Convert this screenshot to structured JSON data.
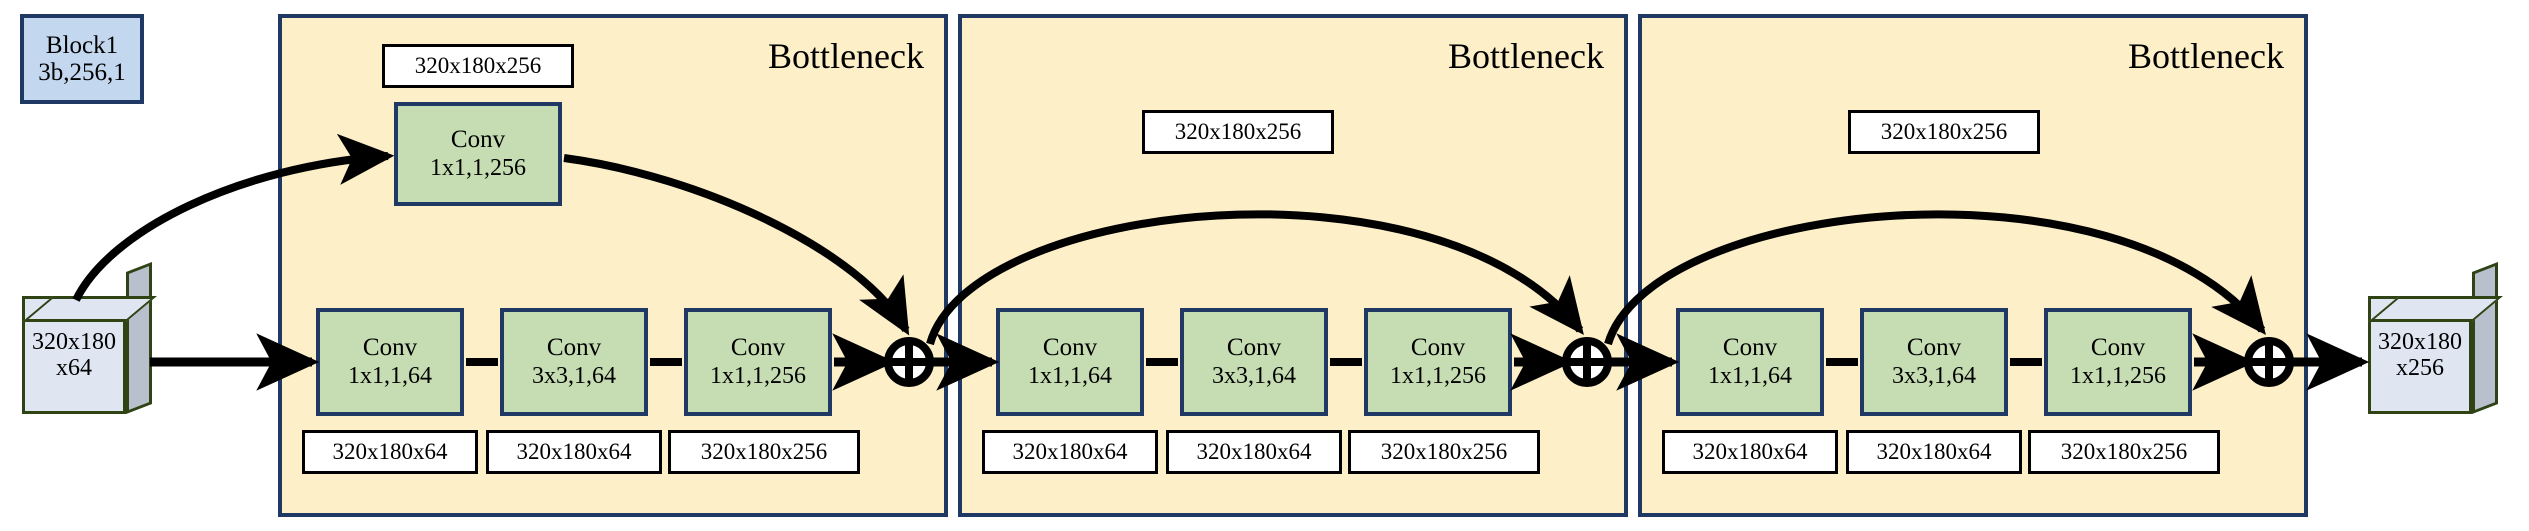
{
  "diagram": {
    "block_badge": {
      "line1": "Block1",
      "line2": "3b,256,1"
    },
    "input_cube": {
      "line1": "320x180",
      "line2": "x64"
    },
    "output_cube": {
      "line1": "320x180",
      "line2": "x256"
    },
    "panel_title": "Bottleneck",
    "plus_symbol": "+",
    "colors": {
      "panel_fill": "#fdf0c9",
      "panel_border": "#1f3864",
      "conv_fill": "#c6dcb2",
      "conv_border": "#1f3864",
      "badge_fill": "#c3d7ef",
      "badge_border": "#1f3864",
      "cube_face": "#dfe6f2",
      "cube_side": "#b8c0ce",
      "cube_border": "#2f4314",
      "tag_fill": "#ffffff",
      "tag_border": "#000000",
      "wire": "#000000"
    },
    "bottlenecks": [
      {
        "title": "Bottleneck",
        "shortcut": {
          "conv": {
            "line1": "Conv",
            "line2": "1x1,1,256"
          },
          "tag": "320x180x256"
        },
        "main_path": [
          {
            "conv": {
              "line1": "Conv",
              "line2": "1x1,1,64"
            },
            "tag": "320x180x64"
          },
          {
            "conv": {
              "line1": "Conv",
              "line2": "3x3,1,64"
            },
            "tag": "320x180x64"
          },
          {
            "conv": {
              "line1": "Conv",
              "line2": "1x1,1,256"
            },
            "tag": "320x180x256"
          }
        ]
      },
      {
        "title": "Bottleneck",
        "shortcut": {
          "conv": null,
          "tag": "320x180x256"
        },
        "main_path": [
          {
            "conv": {
              "line1": "Conv",
              "line2": "1x1,1,64"
            },
            "tag": "320x180x64"
          },
          {
            "conv": {
              "line1": "Conv",
              "line2": "3x3,1,64"
            },
            "tag": "320x180x64"
          },
          {
            "conv": {
              "line1": "Conv",
              "line2": "1x1,1,256"
            },
            "tag": "320x180x256"
          }
        ]
      },
      {
        "title": "Bottleneck",
        "shortcut": {
          "conv": null,
          "tag": "320x180x256"
        },
        "main_path": [
          {
            "conv": {
              "line1": "Conv",
              "line2": "1x1,1,64"
            },
            "tag": "320x180x64"
          },
          {
            "conv": {
              "line1": "Conv",
              "line2": "3x3,1,64"
            },
            "tag": "320x180x64"
          },
          {
            "conv": {
              "line1": "Conv",
              "line2": "1x1,1,256"
            },
            "tag": "320x180x256"
          }
        ]
      }
    ]
  }
}
